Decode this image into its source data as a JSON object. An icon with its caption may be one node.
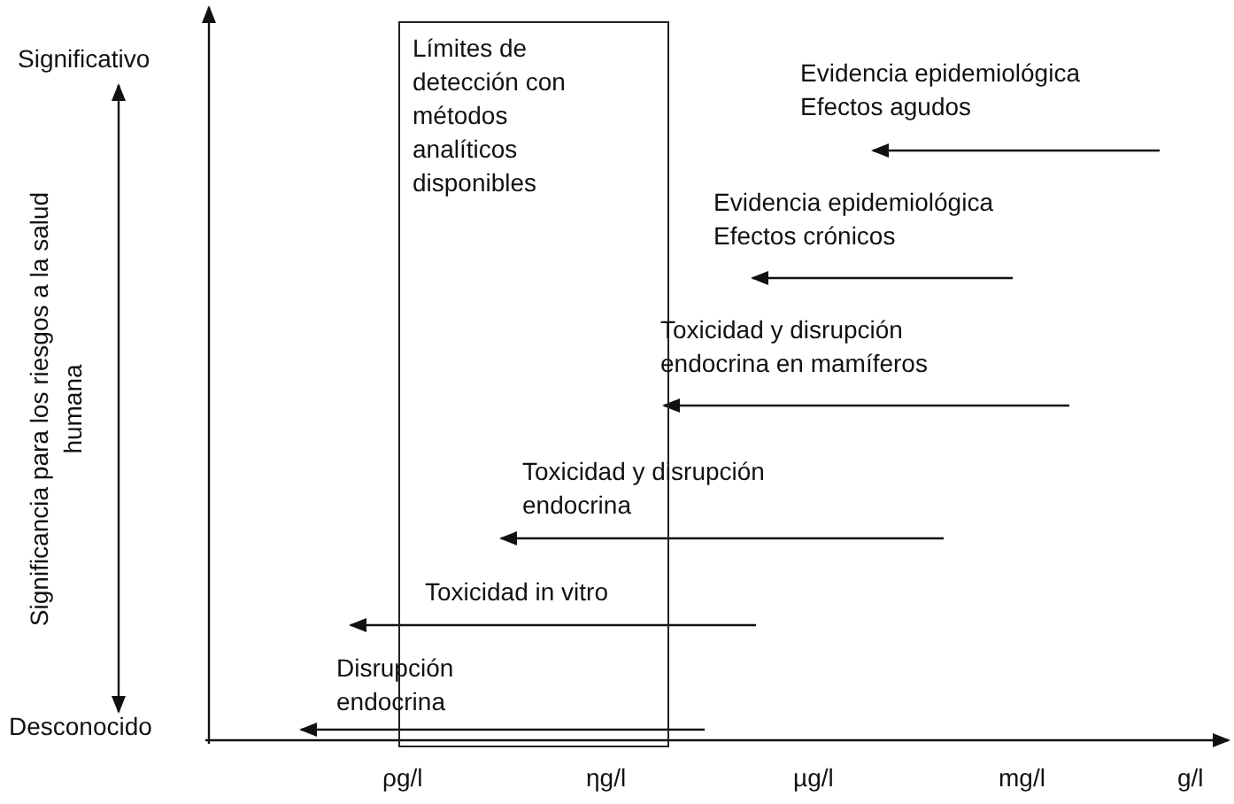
{
  "diagram": {
    "nodes": [
      {
        "text": [
          "Límites de detección con métodos analíticos disponibles"
        ]
      }
    ],
    "labels": [
      "Significativo",
      "Evidencia epidemiológica Efectos agudos",
      "Significancia para los riesgos a la salud humana",
      "Evidencia epidemiológica Efectos crónicos",
      "Toxicidad y disrupción endocrina en mamíferos",
      "Toxicidad y disrupción endocrina",
      "Toxicidad in vitro",
      "Disrupción endocrina",
      "Desconocido",
      "ρg/l",
      "ηg/l",
      "µg/l",
      "mg/l",
      "g/l"
    ]
  }
}
